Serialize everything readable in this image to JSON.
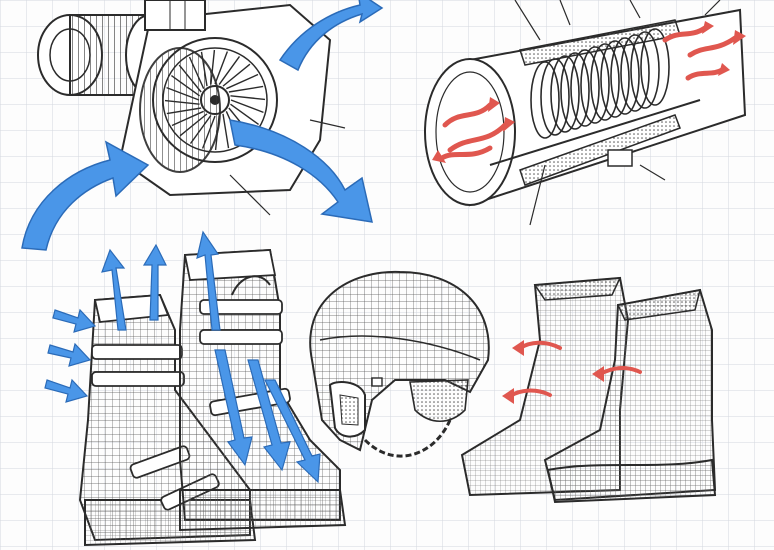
{
  "figure": {
    "background": "#fdfdfd",
    "grid_color": "#d4d8de",
    "ink_color": "#2b2b2b",
    "airflow_color": "#4a96e8",
    "heat_color": "#e0574f",
    "panels": [
      {
        "id": "blower-fan",
        "icon": "blower-fan-icon"
      },
      {
        "id": "heating-element-tube",
        "icon": "heater-coil-icon"
      },
      {
        "id": "ski-boots",
        "icon": "ski-boot-icon"
      },
      {
        "id": "ski-helmet",
        "icon": "helmet-icon"
      },
      {
        "id": "boot-liners",
        "icon": "boot-liner-icon"
      }
    ]
  }
}
